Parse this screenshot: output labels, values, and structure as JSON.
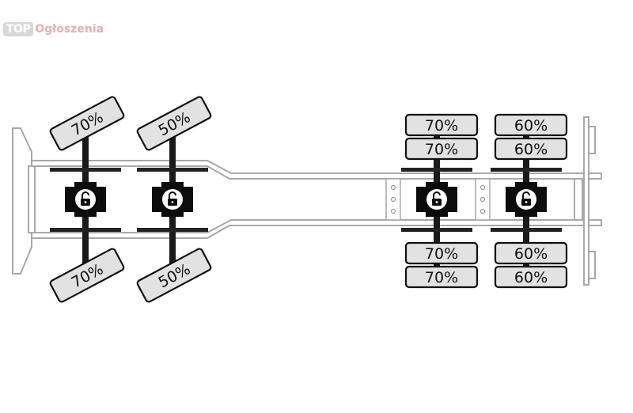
{
  "logo": {
    "badge": "TOP",
    "text": "Ogłoszenia"
  },
  "colors": {
    "frame_fill": "#ffffff",
    "frame_stroke": "#a8a8a8",
    "tire_fill": "#e2e2e2",
    "tire_stroke": "#111111",
    "axle": "#1a1a1a",
    "hub": "#0c0c0c"
  },
  "axles": [
    {
      "name": "front-axle-1",
      "steer": true,
      "labels": {
        "top_outer": "70%",
        "bottom_outer": "70%"
      }
    },
    {
      "name": "front-axle-2",
      "steer": true,
      "labels": {
        "top_outer": "50%",
        "bottom_outer": "50%"
      }
    },
    {
      "name": "rear-axle-1",
      "steer": false,
      "labels": {
        "top_outer": "70%",
        "top_inner": "70%",
        "bottom_inner": "70%",
        "bottom_outer": "70%"
      }
    },
    {
      "name": "rear-axle-2",
      "steer": false,
      "labels": {
        "top_outer": "60%",
        "top_inner": "60%",
        "bottom_inner": "60%",
        "bottom_outer": "60%"
      }
    }
  ],
  "icons": {
    "hub": "lock-icon"
  }
}
